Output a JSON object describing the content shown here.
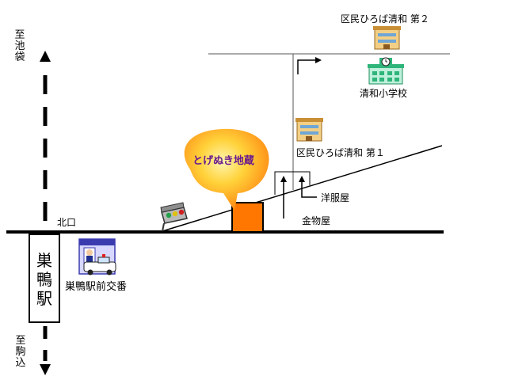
{
  "direction_north": "至池袋",
  "direction_south": "至駒込",
  "station_name": "巣鴨駅",
  "north_exit": "北口",
  "police_box": "巣鴨駅前交番",
  "jizo_bubble": "とげぬき地蔵",
  "hardware_store": "金物屋",
  "clothing_store": "洋服屋",
  "plaza_1": "区民ひろば清和 第１",
  "plaza_2": "区民ひろば清和 第２",
  "school": "清和小学校",
  "colors": {
    "shrine": "#ff7700",
    "bubble_inner": "#ffe04d",
    "bubble_outer": "#ff9a1a",
    "jizo_text": "#6a1a8e",
    "school_roof": "#2fb57a",
    "building": "#d7a24a"
  },
  "icons": [
    "traffic-light-icon",
    "police-box-icon",
    "building-icon",
    "school-clock-icon"
  ]
}
